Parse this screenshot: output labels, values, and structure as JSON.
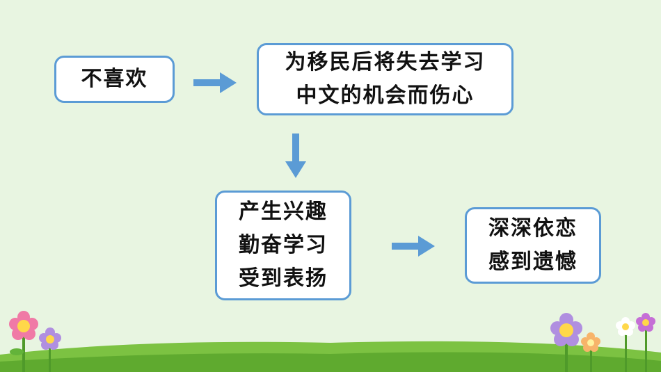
{
  "nodes": {
    "start": "不喜欢",
    "sad": [
      "为移民后将失去学习",
      "中文的机会而伤心"
    ],
    "interest": [
      "产生兴趣",
      "勤奋学习",
      "受到表扬"
    ],
    "attachment": [
      "深深依恋",
      "感到遗憾"
    ]
  },
  "colors": {
    "background": "#e8f5e1",
    "box_border": "#5b9bd5",
    "arrow": "#5b9bd5",
    "ground": "#7cc242"
  }
}
